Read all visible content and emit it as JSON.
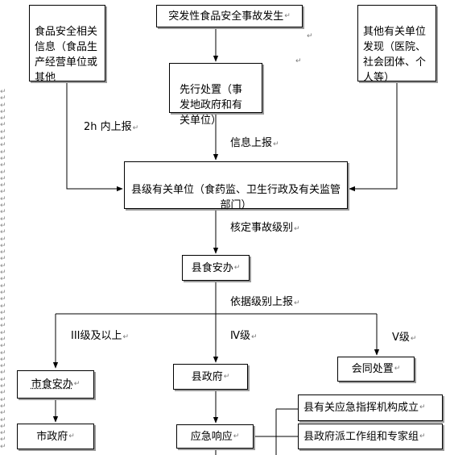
{
  "nodes": {
    "info": "食品安全相关信息（食品生产经营单位或其他",
    "incident": "突发性食品安全事故发生",
    "other": "其他有关单位发现（医院、社会团体、个人等）",
    "first": "先行处置（事发地政府和有关单位）",
    "county_units": "县级有关单位（食药监、卫生行政及有关监管部门）",
    "county_office": "县食安办",
    "city_office": "市食安办",
    "county_gov": "县政府",
    "joint": "会同处置",
    "city_gov": "市政府",
    "response": "应急响应",
    "command": "县有关应急指挥机构成立",
    "team": "县政府派工作组和专家组"
  },
  "labels": {
    "two_hours": "2h 内上报",
    "info_report": "信息上报",
    "verify": "核定事故级别",
    "by_level": "依据级别上报",
    "level3": "III级及以上",
    "level4": "Ⅳ级",
    "level5": "Ⅴ级"
  },
  "paragraph_mark": "↵"
}
